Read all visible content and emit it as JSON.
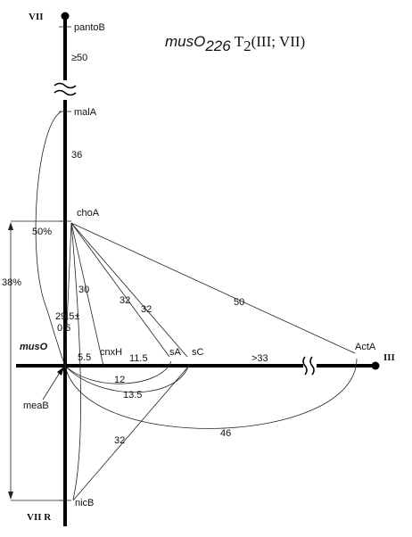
{
  "title": {
    "gene": "musO",
    "subscript": "226",
    "suffix_T": "T",
    "suffix_sub": "2",
    "suffix_rest": "(III; VII)"
  },
  "chromosome_labels": {
    "top": "VII",
    "bottom": "VII R",
    "right": "III"
  },
  "markers": {
    "pantoB": "pantoB",
    "malA": "malA",
    "choA": "choA",
    "musO": "musO",
    "meaB": "meaB",
    "nicB": "nicB",
    "cnxH": "cnxH",
    "sA": "sA",
    "sC": "sC",
    "ActA": "ActA"
  },
  "distances": {
    "pantoB_malA": "≥50",
    "malA_choA": "36",
    "choA_musO_a": "29.5±",
    "choA_musO_b": "0.6",
    "choA_cnxH": "30",
    "choA_sA": "32",
    "choA_sC": "32",
    "choA_ActA": "50",
    "musO_cnxH": "5.5",
    "cnxH_sA": "11.5",
    "musO_sA_arc": "12",
    "musO_sC_arc": "13.5",
    "sC_nicB": "32",
    "ActA_arc": "46",
    "right_arm": ">33",
    "pct_50": "50%",
    "pct_38": "38%"
  }
}
